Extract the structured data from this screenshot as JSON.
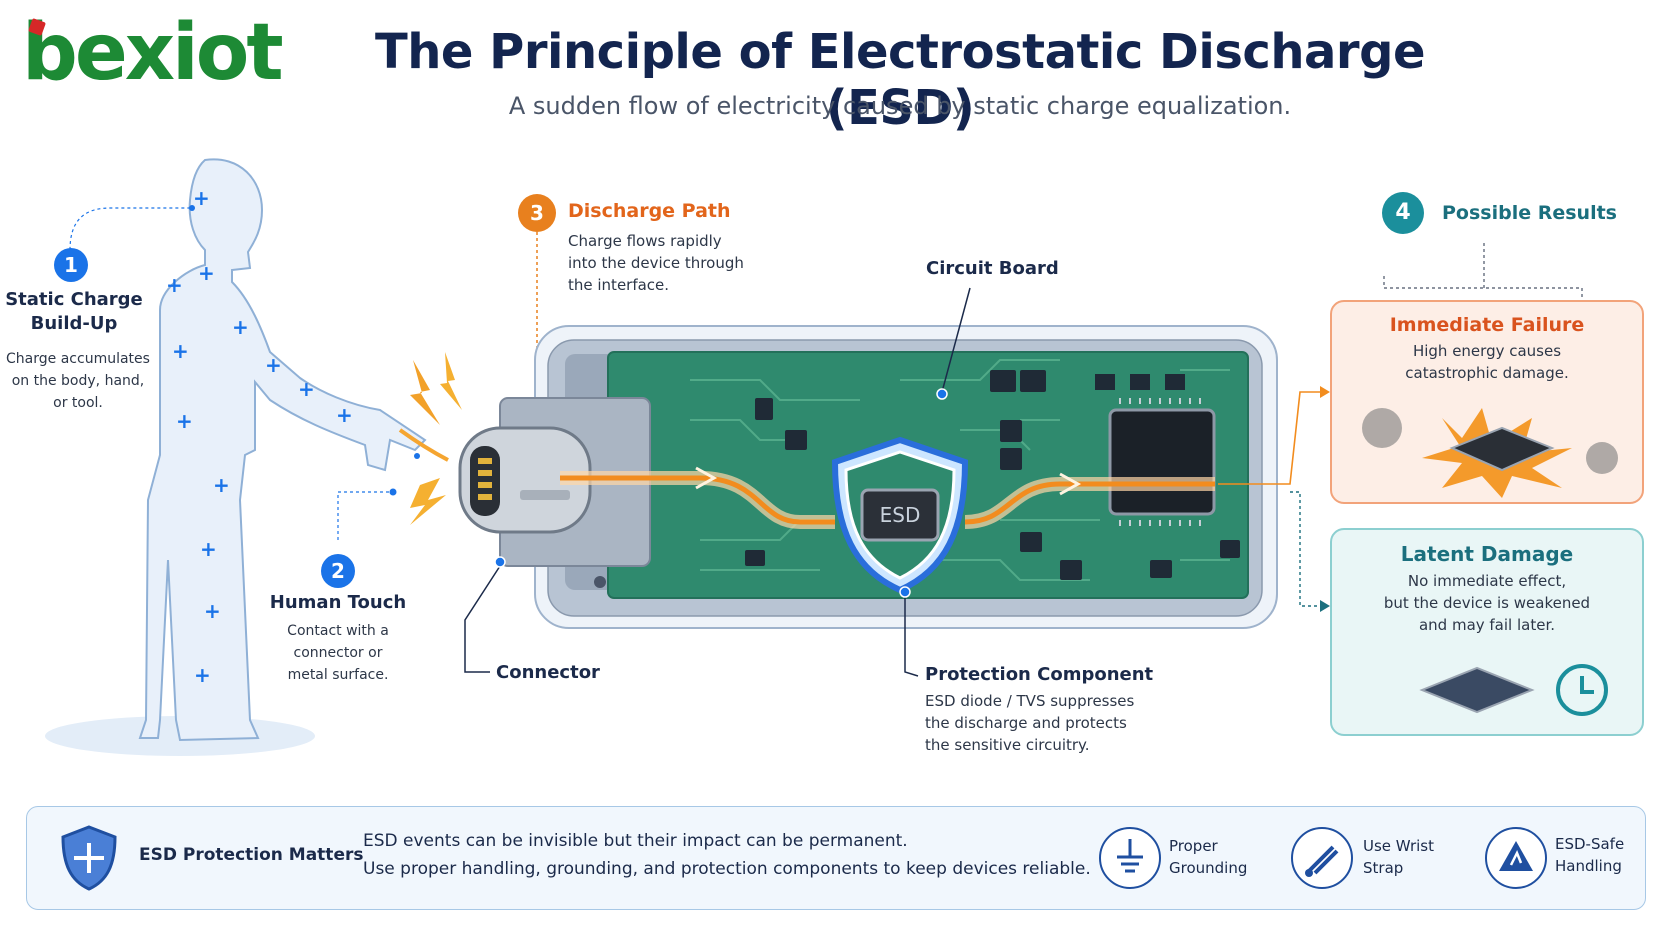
{
  "logo": {
    "text": "bexiot",
    "color": "#1d8a35",
    "accent": "#d62828"
  },
  "title": "The Principle of Electrostatic Discharge (ESD)",
  "subtitle": "A sudden flow of electricity caused by static charge equalization.",
  "steps": [
    {
      "number": "1",
      "title_line1": "Static Charge",
      "title_line2": "Build-Up",
      "desc": [
        "Charge accumulates",
        "on the body, hand,",
        "or tool."
      ],
      "color": "#1a73e8"
    },
    {
      "number": "2",
      "title": "Human Touch",
      "desc": [
        "Contact with a",
        "connector or",
        "metal surface."
      ],
      "color": "#1a73e8"
    },
    {
      "number": "3",
      "title": "Discharge Path",
      "desc": [
        "Charge flows rapidly",
        "into the device through",
        "the interface."
      ],
      "color": "#e8801e"
    },
    {
      "number": "4",
      "title": "Possible Results",
      "color": "#1b8f9c"
    }
  ],
  "labels": {
    "circuit_board": "Circuit Board",
    "connector": "Connector",
    "protection_title": "Protection Component",
    "protection_desc": [
      "ESD diode / TVS suppresses",
      "the discharge and protects",
      "the sensitive circuitry."
    ],
    "esd_chip": "ESD"
  },
  "results": {
    "immediate": {
      "title": "Immediate Failure",
      "desc": [
        "High energy causes",
        "catastrophic damage."
      ]
    },
    "latent": {
      "title": "Latent Damage",
      "desc": [
        "No immediate effect,",
        "but the device is weakened",
        "and may fail later."
      ]
    }
  },
  "bottom": {
    "heading": "ESD Protection Matters",
    "line1": "ESD events can be invisible but their impact can be permanent.",
    "line2": "Use proper handling, grounding, and protection components to keep devices reliable.",
    "items": [
      {
        "label1": "Proper",
        "label2": "Grounding",
        "icon": "ground-icon"
      },
      {
        "label1": "Use Wrist",
        "label2": "Strap",
        "icon": "wrist-strap-icon"
      },
      {
        "label1": "ESD-Safe",
        "label2": "Handling",
        "icon": "esd-safe-icon"
      }
    ]
  },
  "colors": {
    "navy": "#13254f",
    "orange": "#e8801e",
    "teal": "#1b8f9c",
    "blue": "#1a73e8",
    "pcb": "#2f8a6e"
  }
}
